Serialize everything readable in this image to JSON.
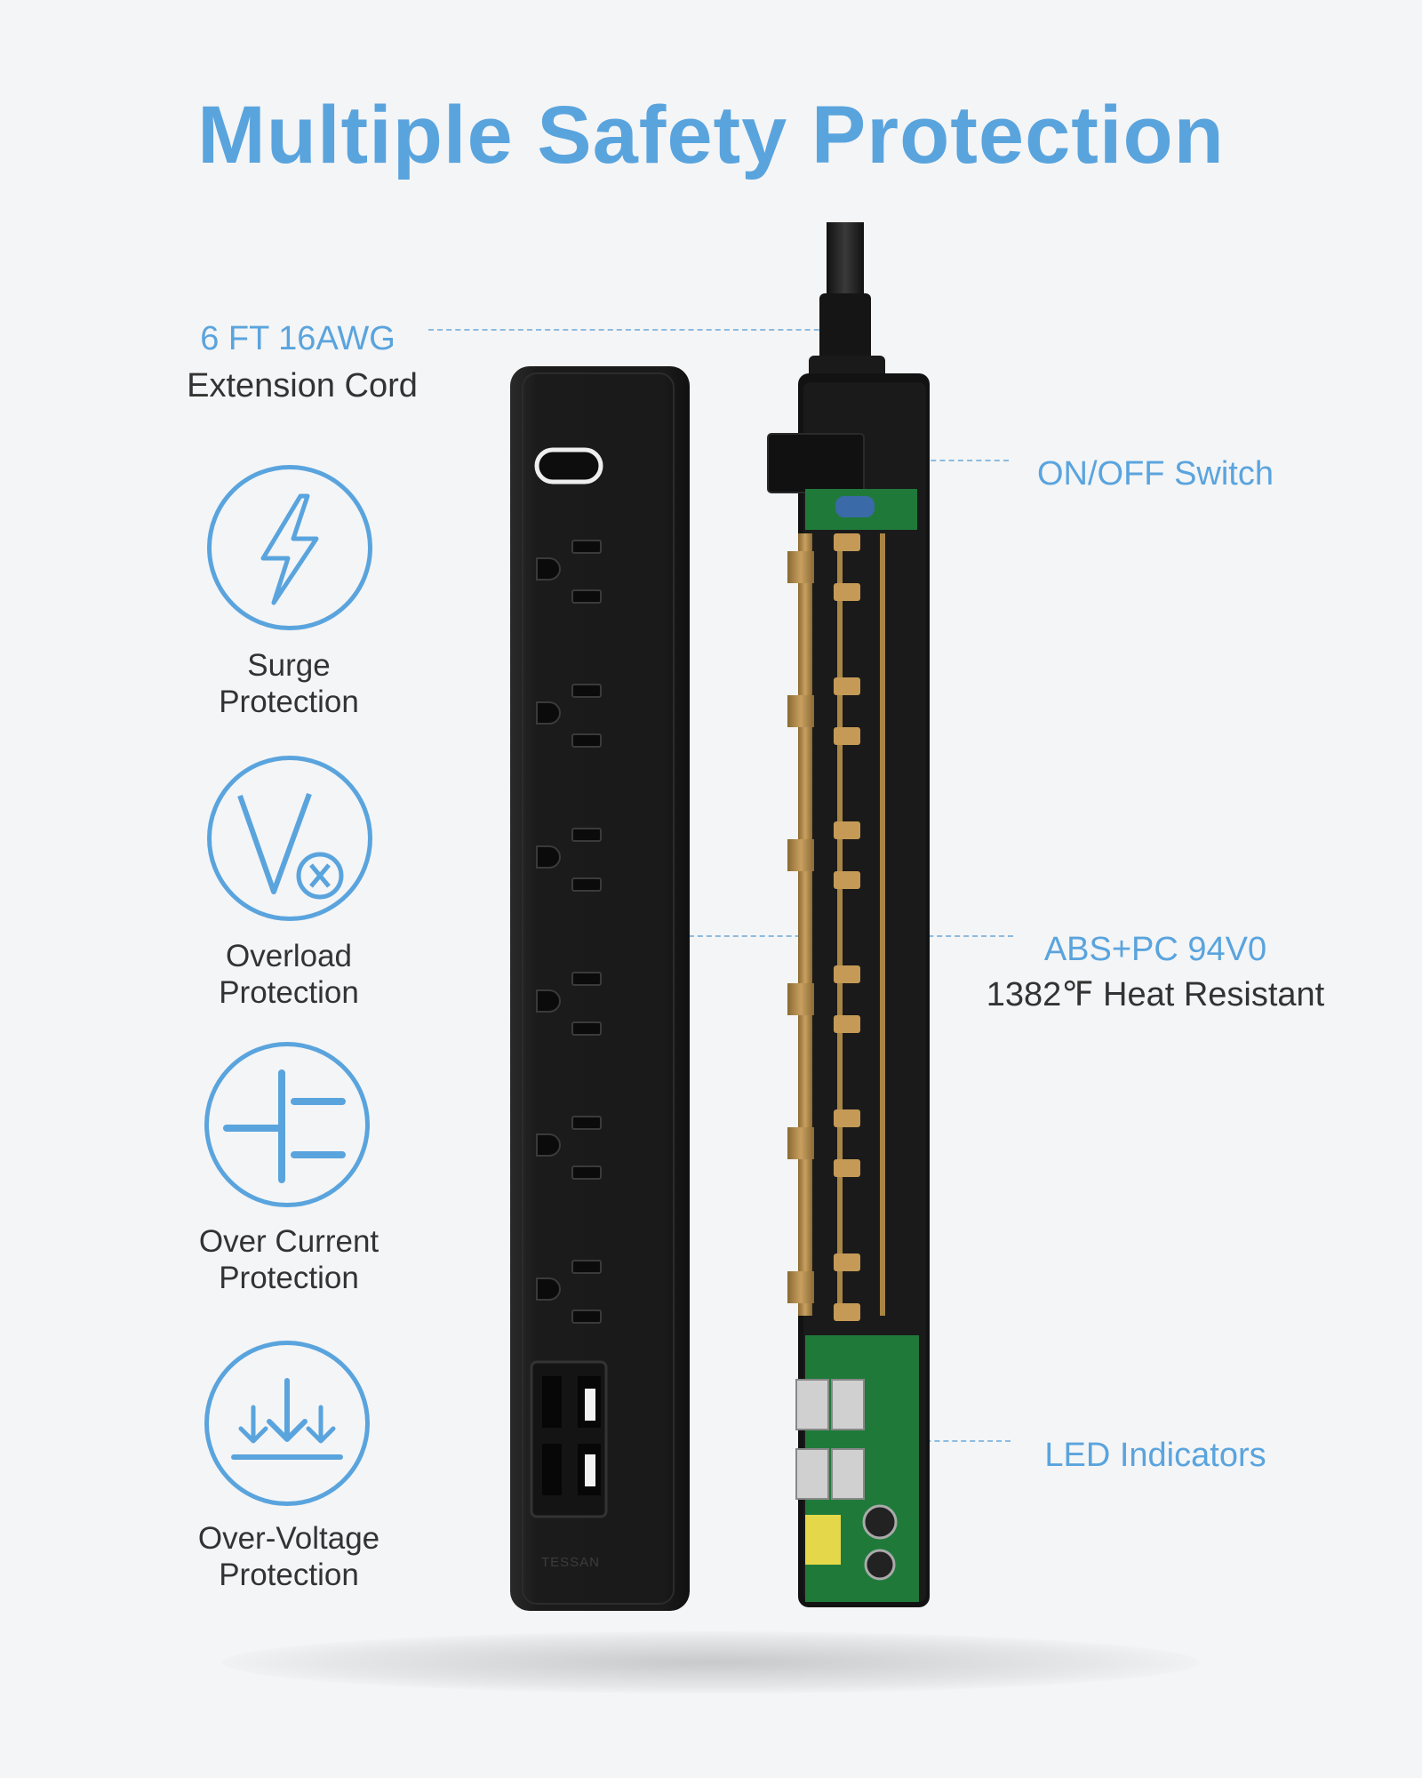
{
  "title": "Multiple Safety Protection",
  "callouts": {
    "cord": {
      "line1": "6 FT 16AWG",
      "line2": "Extension Cord"
    },
    "switch": {
      "label": "ON/OFF Switch"
    },
    "material": {
      "line1": "ABS+PC 94V0",
      "line2": "1382℉ Heat Resistant"
    },
    "led": {
      "label": "LED Indicators"
    }
  },
  "features": [
    {
      "icon": "lightning-bolt-icon",
      "line1": "Surge",
      "line2": "Protection"
    },
    {
      "icon": "overload-v-x-icon",
      "line1": "Overload",
      "line2": "Protection"
    },
    {
      "icon": "capacitor-icon",
      "line1": "Over Current",
      "line2": "Protection"
    },
    {
      "icon": "voltage-arrows-icon",
      "line1": "Over-Voltage",
      "line2": "Protection"
    }
  ],
  "product": {
    "brand": "TESSAN",
    "outlets": 6,
    "usb_ports": 4
  },
  "colors": {
    "accent": "#5aa4de",
    "body": "#1c1c1c",
    "copper": "#b89050",
    "pcb": "#1f7a3a"
  }
}
